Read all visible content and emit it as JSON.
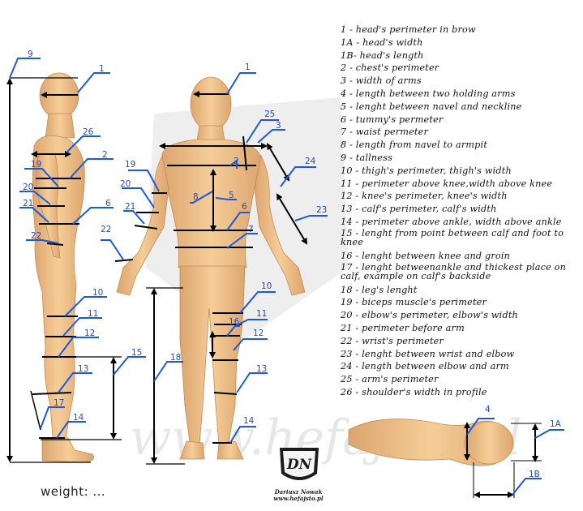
{
  "legend": [
    {
      "code": "1",
      "text": "1 - head's perimeter in brow"
    },
    {
      "code": "1A",
      "text": "1A - head's width"
    },
    {
      "code": "1B",
      "text": "1B- head's length"
    },
    {
      "code": "2",
      "text": "2 - chest's perimeter"
    },
    {
      "code": "3",
      "text": "3 - width of arms"
    },
    {
      "code": "4",
      "text": "4 - length between two holding arms"
    },
    {
      "code": "5",
      "text": "5 - lenght between navel and neckline"
    },
    {
      "code": "6",
      "text": "6 - tummy's permeter"
    },
    {
      "code": "7",
      "text": "7 - waist permeter"
    },
    {
      "code": "8",
      "text": "8 - length from navel to armpit"
    },
    {
      "code": "9",
      "text": "9 - tallness"
    },
    {
      "code": "10",
      "text": "10 - thigh's perimeter, thigh's width"
    },
    {
      "code": "11",
      "text": "11 - perimeter above knee,width above knee"
    },
    {
      "code": "12",
      "text": "12 - knee's perimeter, knee's width"
    },
    {
      "code": "13",
      "text": "13 - calf's perimeter, calf's width"
    },
    {
      "code": "14",
      "text": "14 - perimeter above ankle, width above ankle"
    },
    {
      "code": "15",
      "text": "15 - lenght from point between calf and foot to knee"
    },
    {
      "code": "16",
      "text": "16 - lenght between knee and groin"
    },
    {
      "code": "17",
      "text": "17 - lenght betweenankle and thickest place on calf, example on calf's backside"
    },
    {
      "code": "18",
      "text": "18 - leg's lenght"
    },
    {
      "code": "19",
      "text": "19 - biceps muscle's perimeter"
    },
    {
      "code": "20",
      "text": "20 - elbow's perimeter, elbow's width"
    },
    {
      "code": "21",
      "text": "21 - perimeter before arm"
    },
    {
      "code": "22",
      "text": "22 - wrist's perimeter"
    },
    {
      "code": "23",
      "text": "23 - lenght between wrist and elbow"
    },
    {
      "code": "24",
      "text": "24 - length between elbow and arm"
    },
    {
      "code": "25",
      "text": "25 - arm's perimeter"
    },
    {
      "code": "26",
      "text": "26 - shoulder's width in profile"
    }
  ],
  "weight_label": "weight: ...",
  "logo": {
    "initials": "DN",
    "name": "Dariusz Nowak",
    "url": "www.hefajsto.pl"
  },
  "callout_labels": {
    "side_9": "9",
    "side_1": "1",
    "side_26": "26",
    "side_2": "2",
    "side_19": "19",
    "side_20": "20",
    "side_21": "21",
    "side_6": "6",
    "side_22": "22",
    "side_10": "10",
    "side_11": "11",
    "side_12": "12",
    "side_15": "15",
    "side_13": "13",
    "side_17": "17",
    "side_14": "14",
    "front_1": "1",
    "front_25": "25",
    "front_3": "3",
    "front_19": "19",
    "front_2": "2",
    "front_20": "20",
    "front_8": "8",
    "front_5": "5",
    "front_21": "21",
    "front_6": "6",
    "front_24": "24",
    "front_22": "22",
    "front_7": "7",
    "front_23": "23",
    "front_18": "18",
    "front_10": "10",
    "front_11": "11",
    "front_16": "16",
    "front_12": "12",
    "front_13": "13",
    "front_14": "14",
    "top_4": "4",
    "top_1A": "1A",
    "top_1B": "1B"
  },
  "colors": {
    "skin": "#f2c48e",
    "skin_shade": "#d9a06a",
    "callout": "#1a5ae0",
    "measure": "#000000",
    "watermark": "#d8d8d8"
  }
}
